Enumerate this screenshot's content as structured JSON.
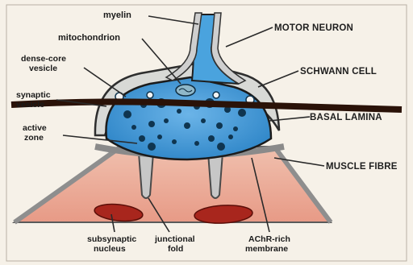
{
  "labels": {
    "myelin": "myelin",
    "mitochondrion": "mitochondrion",
    "dense_core_vesicle_1": "dense-core",
    "dense_core_vesicle_2": "vesicle",
    "synaptic_vesicle_1": "synaptic",
    "synaptic_vesicle_2": "vesicle",
    "active_zone_1": "active",
    "active_zone_2": "zone",
    "motor_neuron": "MOTOR NEURON",
    "schwann_cell": "SCHWANN CELL",
    "basal_lamina": "BASAL LAMINA",
    "muscle_fibre": "MUSCLE FIBRE",
    "subsynaptic_nucleus_1": "subsynaptic",
    "subsynaptic_nucleus_2": "nucleus",
    "junctional_fold_1": "junctional",
    "junctional_fold_2": "fold",
    "achr_rich_membrane_1": "AChR-rich",
    "achr_rich_membrane_2": "membrane"
  },
  "colors": {
    "background": "#f6f1e8",
    "terminal": "#3f97d6",
    "terminal_dark": "#0f3550",
    "schwann": "#d8d9d6",
    "muscle": "#e8a090",
    "muscle_light": "#f0c4b4",
    "nucleus": "#a8261d",
    "lamina_bar": "#2a1208",
    "outline": "#333333"
  }
}
